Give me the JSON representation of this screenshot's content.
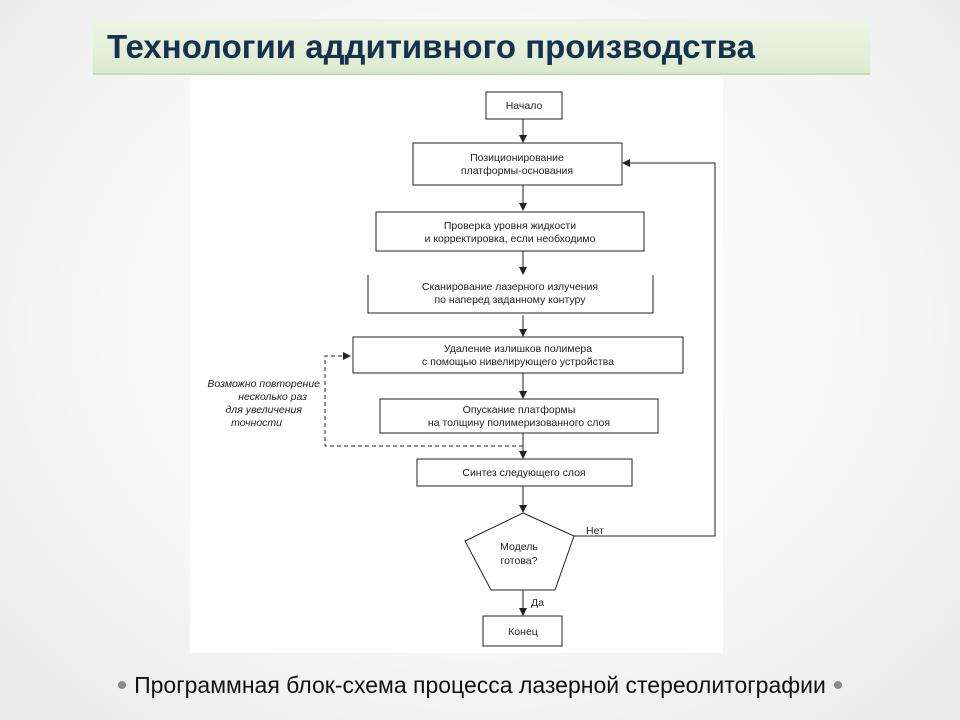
{
  "slide": {
    "title": "Технологии аддитивного производства",
    "caption": "Программная блок-схема процесса лазерной стереолитографии"
  },
  "diagram": {
    "start": "Начало",
    "steps": [
      [
        "Позиционирование",
        "платформы-основания"
      ],
      [
        "Проверка уровня жидкости",
        "и корректировка, если необходимо"
      ],
      [
        "Сканирование лазерного излучения",
        "по наперед заданному контуру"
      ],
      [
        "Удаление излишков полимера",
        "с помощью нивелирующего устройства"
      ],
      [
        "Опускание платформы",
        "на толщину полимеризованного слоя"
      ],
      [
        "Синтез следующего слоя"
      ]
    ],
    "decision": [
      "Модель",
      "готова?"
    ],
    "no_label": "Нет",
    "yes_label": "Да",
    "end": "Конец",
    "loop_note": [
      "Возможно повторение",
      "несколько раз",
      "для увеличения",
      "точности"
    ]
  }
}
